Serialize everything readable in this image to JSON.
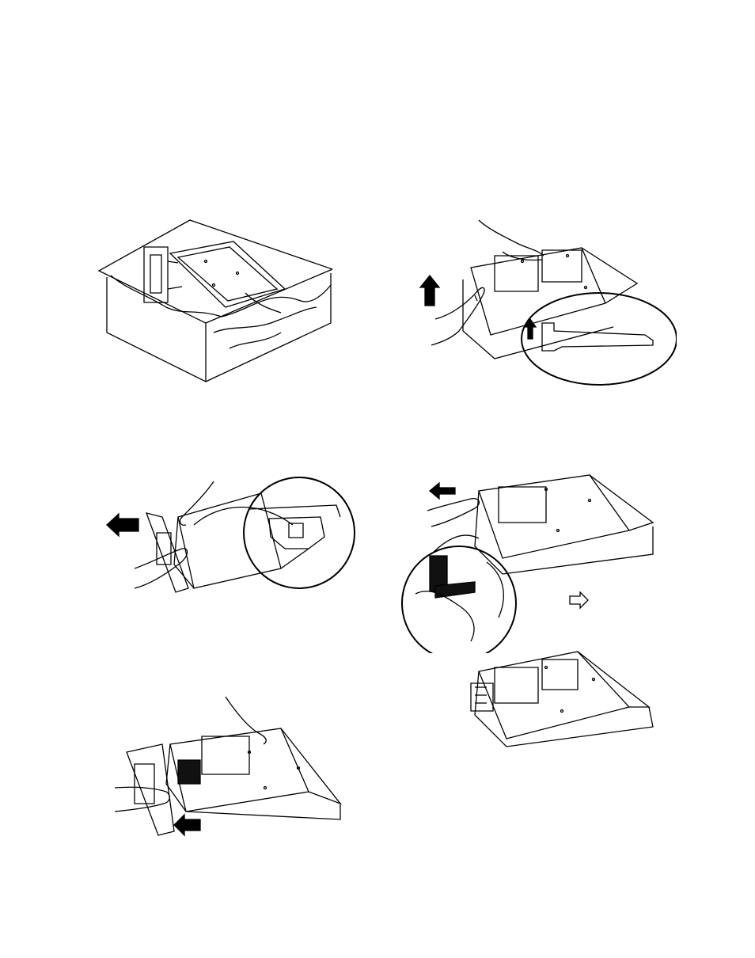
{
  "page": {
    "steps": [
      {
        "id": "step-1",
        "icons": [
          "monitor-icon",
          "cloth-icon",
          "table-icon"
        ]
      },
      {
        "id": "step-2",
        "icons": [
          "hand-icon",
          "up-arrow-icon",
          "magnify-circle-icon"
        ]
      },
      {
        "id": "step-3",
        "icons": [
          "hand-icon",
          "left-arrow-icon",
          "magnify-circle-icon"
        ]
      },
      {
        "id": "step-4",
        "icons": [
          "hand-icon",
          "left-arrow-icon",
          "magnify-circle-icon",
          "next-arrow-icon"
        ]
      },
      {
        "id": "step-5",
        "icons": [
          "monitor-icon"
        ]
      },
      {
        "id": "step-6",
        "icons": [
          "hand-icon",
          "left-arrow-icon",
          "stand-icon"
        ]
      }
    ],
    "colors": {
      "line": "#000000",
      "background": "#ffffff",
      "fill": "#111111"
    }
  }
}
